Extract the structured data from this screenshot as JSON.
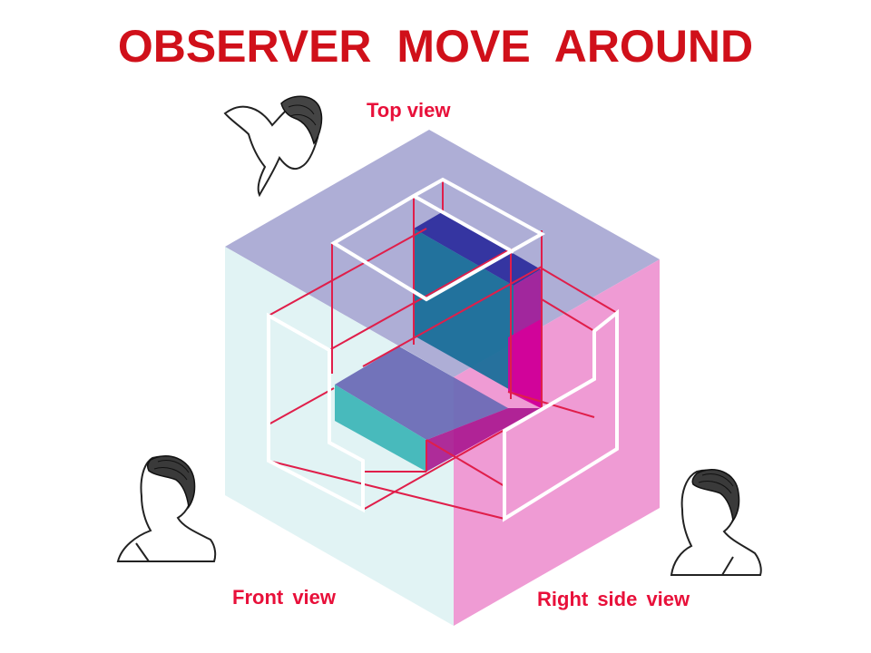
{
  "title": "OBSERVER  MOVE  AROUND",
  "labels": {
    "top": "Top view",
    "front": "Front  view",
    "right": "Right  side  view"
  },
  "colors": {
    "title": "#d0101a",
    "labels": "#e8103a",
    "top_face": "#aeaed6",
    "front_face": "#e1f3f4",
    "right_face": "#ef9bd4",
    "solid_top": "#2e2ea0",
    "solid_front": "#1a7a9a",
    "solid_right": "#d6009a",
    "red_lines": "#e01e4a",
    "white_lines": "#ffffff"
  },
  "icons": {
    "observer_top": "observer-head-icon",
    "observer_front": "observer-head-icon",
    "observer_right": "observer-head-icon"
  }
}
